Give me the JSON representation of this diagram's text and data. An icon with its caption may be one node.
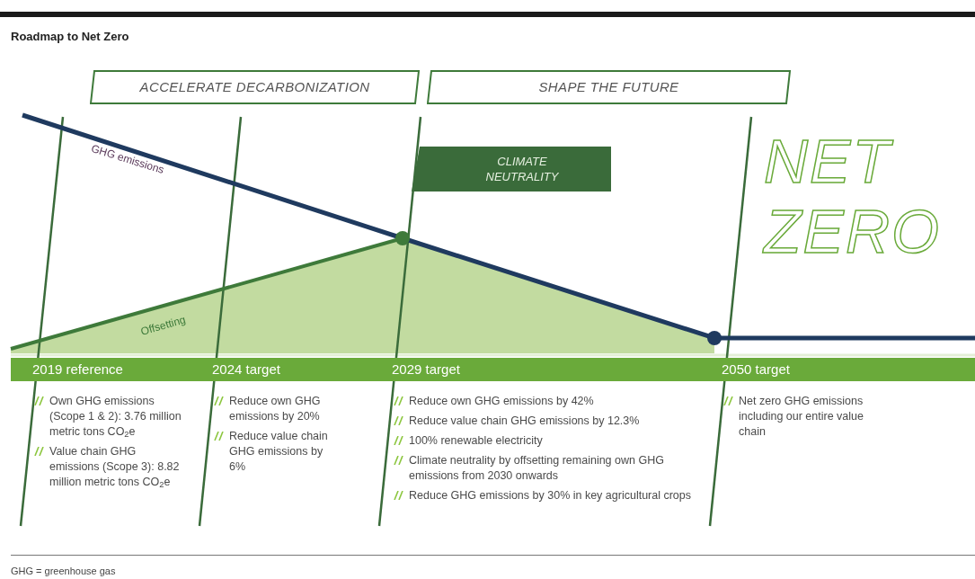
{
  "diagram": {
    "title": "Roadmap to Net Zero",
    "nodes": [
      {
        "text": [
          "ACCELERATE DECARBONIZATION"
        ]
      },
      {
        "text": [
          "SHAPE THE FUTURE"
        ]
      },
      {
        "text": [
          "CLIMATE NEUTRALITY"
        ]
      },
      {
        "text": [
          "2019 reference",
          "Own GHG emissions (Scope 1 & 2): 3.76 million metric tons CO$_{2}$e",
          "Value chain GHG emissions (Scope 3): 8.82 million metric tons CO$_{2}$e"
        ]
      },
      {
        "text": [
          "2024 target",
          "Reduce own GHG emissions by 20%",
          "Reduce value chain GHG emissions by 6%"
        ]
      },
      {
        "text": [
          "2029 target",
          "Reduce own GHG emissions by 42%",
          "Reduce value chain GHG emissions by 12.3%",
          "100% renewable electricity",
          "Climate neutrality by offsetting remaining own GHG emissions from 2030 onwards",
          "Reduce GHG emissions by 30% in key agricultural crops"
        ]
      },
      {
        "text": [
          "2050 target",
          "Net zero GHG emissions including our entire value chain"
        ]
      }
    ],
    "labels": [
      "GHG emissions",
      "Offsetting",
      "NET ZERO",
      "GHG = greenhouse gas"
    ]
  }
}
